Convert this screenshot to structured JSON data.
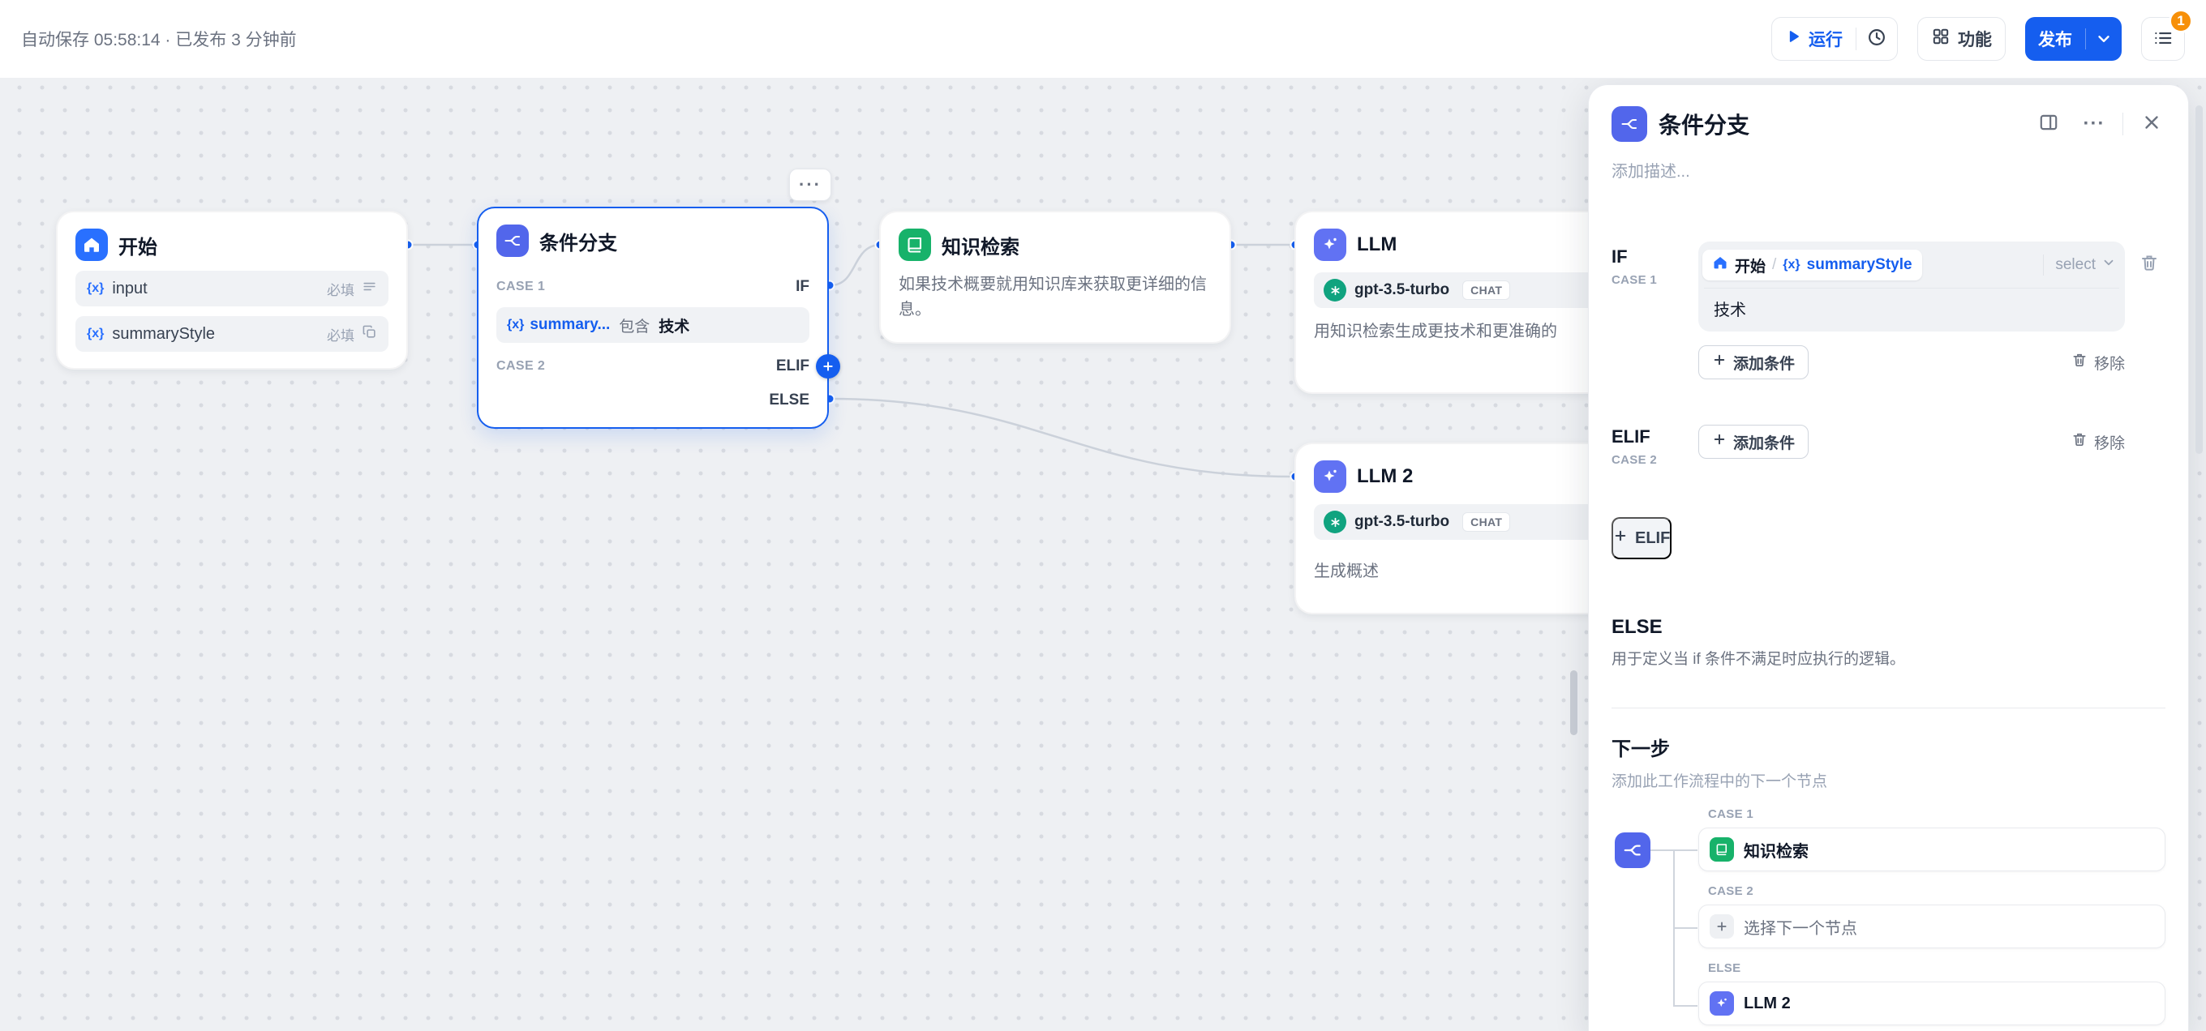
{
  "header": {
    "autosave_text": "自动保存 05:58:14 · 已发布 3 分钟前",
    "run_label": "运行",
    "features_label": "功能",
    "publish_label": "发布",
    "badge_count": "1"
  },
  "nodes": {
    "start": {
      "title": "开始",
      "var_prefix": "{x}",
      "rows": [
        {
          "name": "input",
          "required": "必填"
        },
        {
          "name": "summaryStyle",
          "required": "必填"
        }
      ]
    },
    "ifelse": {
      "title": "条件分支",
      "menu_dots": "···",
      "case1_label": "CASE 1",
      "if_label": "IF",
      "cond_prefix": "{x}",
      "cond_var": "summary...",
      "cond_op": "包含",
      "cond_value": "技术",
      "case2_label": "CASE 2",
      "elif_label": "ELIF",
      "else_label": "ELSE"
    },
    "knowledge": {
      "title": "知识检索",
      "desc": "如果技术概要就用知识库来获取更详细的信息。"
    },
    "llm": {
      "title": "LLM",
      "model": "gpt-3.5-turbo",
      "mode_badge": "CHAT",
      "desc": "用知识检索生成更技术和更准确的"
    },
    "llm2": {
      "title": "LLM 2",
      "model": "gpt-3.5-turbo",
      "mode_badge": "CHAT",
      "desc": "生成概述"
    }
  },
  "panel": {
    "title": "条件分支",
    "more_dots": "···",
    "description_placeholder": "添加描述...",
    "if_section": {
      "keyword": "IF",
      "case_label": "CASE 1",
      "var_node": "开始",
      "var_sep": "/",
      "var_prefix": "{x}",
      "var_name": "summaryStyle",
      "operator": "select",
      "value": "技术",
      "add_condition": "添加条件",
      "remove": "移除"
    },
    "elif_section": {
      "keyword": "ELIF",
      "case_label": "CASE 2",
      "add_condition": "添加条件",
      "remove": "移除"
    },
    "add_elif_label": "ELIF",
    "else_section": {
      "keyword": "ELSE",
      "desc": "用于定义当 if 条件不满足时应执行的逻辑。"
    },
    "next_step": {
      "title": "下一步",
      "subtitle": "添加此工作流程中的下一个节点",
      "case1_label": "CASE 1",
      "case1_item": "知识检索",
      "case2_label": "CASE 2",
      "case2_item": "选择下一个节点",
      "else_label": "ELSE",
      "else_item": "LLM 2"
    }
  },
  "colors": {
    "accent": "#155eef",
    "start_blue": "#2970ff",
    "ifelse_indigo": "#5266eb",
    "knowledge_green": "#17b26a",
    "llm_indigo": "#6172f3",
    "badge_orange": "#f79009"
  }
}
